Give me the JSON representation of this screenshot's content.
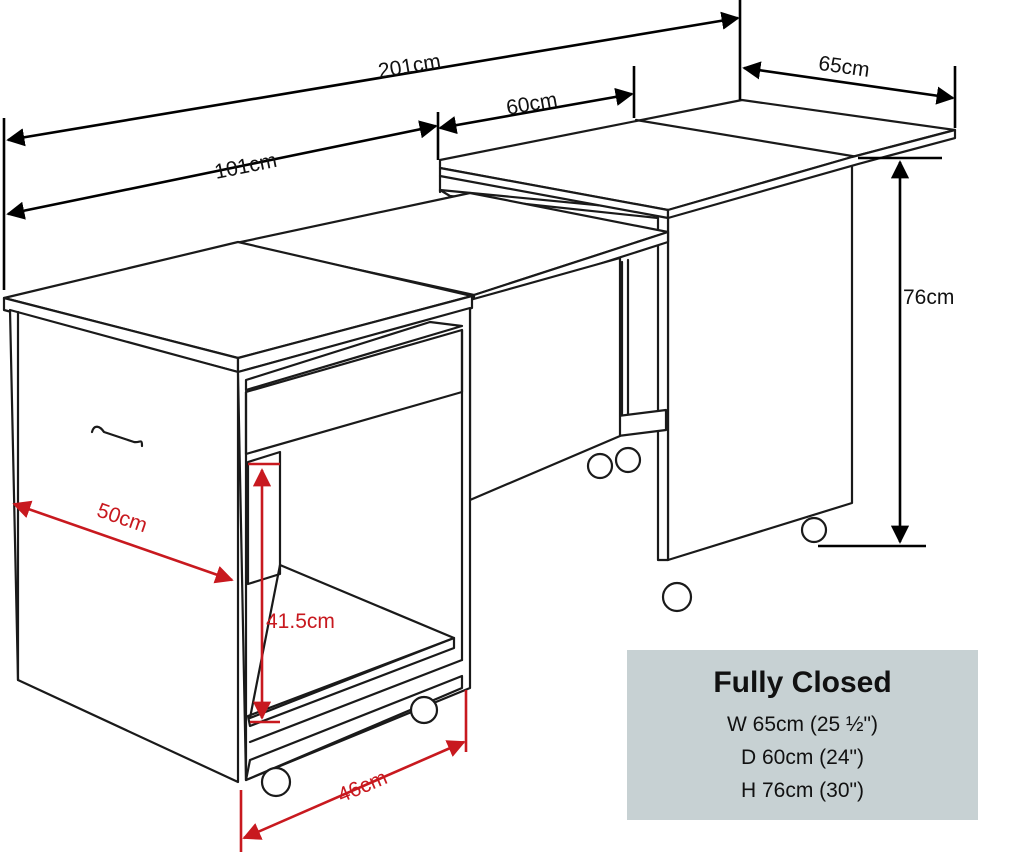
{
  "dimensions": {
    "total_width": "201cm",
    "desk_width": "101cm",
    "extension_width": "60cm",
    "top_depth": "65cm",
    "height": "76cm",
    "cabinet_depth": "50cm",
    "shelf_height": "41.5cm",
    "cabinet_width": "46cm"
  },
  "colors": {
    "outline": "#1a1a1a",
    "black_dimension": "#000000",
    "red_dimension": "#c8191f",
    "spec_box_bg": "#c7d1d3"
  },
  "spec_box": {
    "title": "Fully Closed",
    "lines": [
      "W 65cm (25 ½\")",
      "D 60cm (24\")",
      "H 76cm (30\")"
    ]
  }
}
